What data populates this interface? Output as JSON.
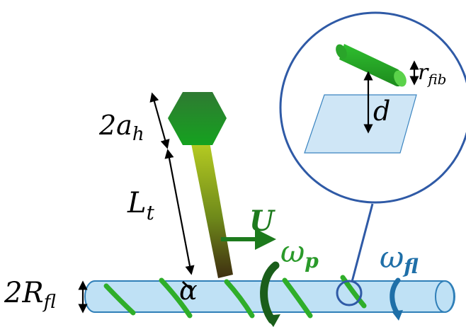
{
  "labels": {
    "head_diameter": {
      "main": "2a",
      "sub": "h"
    },
    "tail_length": {
      "main": "L",
      "sub": "t"
    },
    "flagellum_diameter": {
      "main": "2R",
      "sub": "fl"
    },
    "angle": "α",
    "velocity": "U",
    "omega_p": {
      "main": "ω",
      "sub": "p"
    },
    "omega_fl": {
      "main": "ω",
      "sub": "fl"
    },
    "inset_distance": "d",
    "inset_radius": {
      "main": "r",
      "sub": "fib"
    }
  },
  "colors": {
    "flagellum_fill": "#bfe1f5",
    "flagellum_stroke": "#2f7fb8",
    "inset_circle": "#2f5aa6",
    "fibril_green": "#2fae2a",
    "head_green": "#1e8a2a",
    "tail_top": "#a9c41a",
    "tail_bottom": "#4a3a12",
    "arrow_green": "#1d7a1d",
    "omega_p_color": "#2a9a2a",
    "omega_fl_color": "#1f6fa8",
    "rotation_dark": "#1a5e1a",
    "rotation_blue": "#1e6fa8",
    "plane_fill": "#cfe6f6",
    "plane_stroke": "#3a84c0"
  }
}
